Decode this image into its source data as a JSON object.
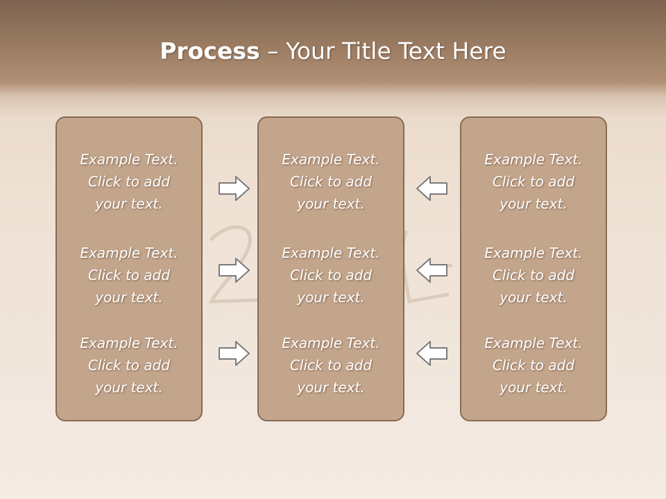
{
  "title": {
    "bold": "Process",
    "rest": " – Your Title Text Here"
  },
  "panels": [
    {
      "items": [
        {
          "line1": "Example Text.",
          "line2": "Click  to add",
          "line3": "your text."
        },
        {
          "line1": "Example Text.",
          "line2": "Click  to add",
          "line3": "your text."
        },
        {
          "line1": "Example Text.",
          "line2": "Click  to add",
          "line3": "your text."
        }
      ]
    },
    {
      "items": [
        {
          "line1": "Example Text.",
          "line2": "Click  to add",
          "line3": "your text."
        },
        {
          "line1": "Example Text.",
          "line2": "Click  to add",
          "line3": "your text."
        },
        {
          "line1": "Example Text.",
          "line2": "Click  to add",
          "line3": "your text."
        }
      ]
    },
    {
      "items": [
        {
          "line1": "Example Text.",
          "line2": "Click  to add",
          "line3": "your text."
        },
        {
          "line1": "Example Text.",
          "line2": "Click  to add",
          "line3": "your text."
        },
        {
          "line1": "Example Text.",
          "line2": "Click  to add",
          "line3": "your text."
        }
      ]
    }
  ],
  "arrows": {
    "left_group": "right-arrow-icon",
    "right_group": "left-arrow-icon"
  },
  "colors": {
    "panel_fill": "#c3a58c",
    "panel_border": "#876a55",
    "header_band": "#8f725b"
  }
}
